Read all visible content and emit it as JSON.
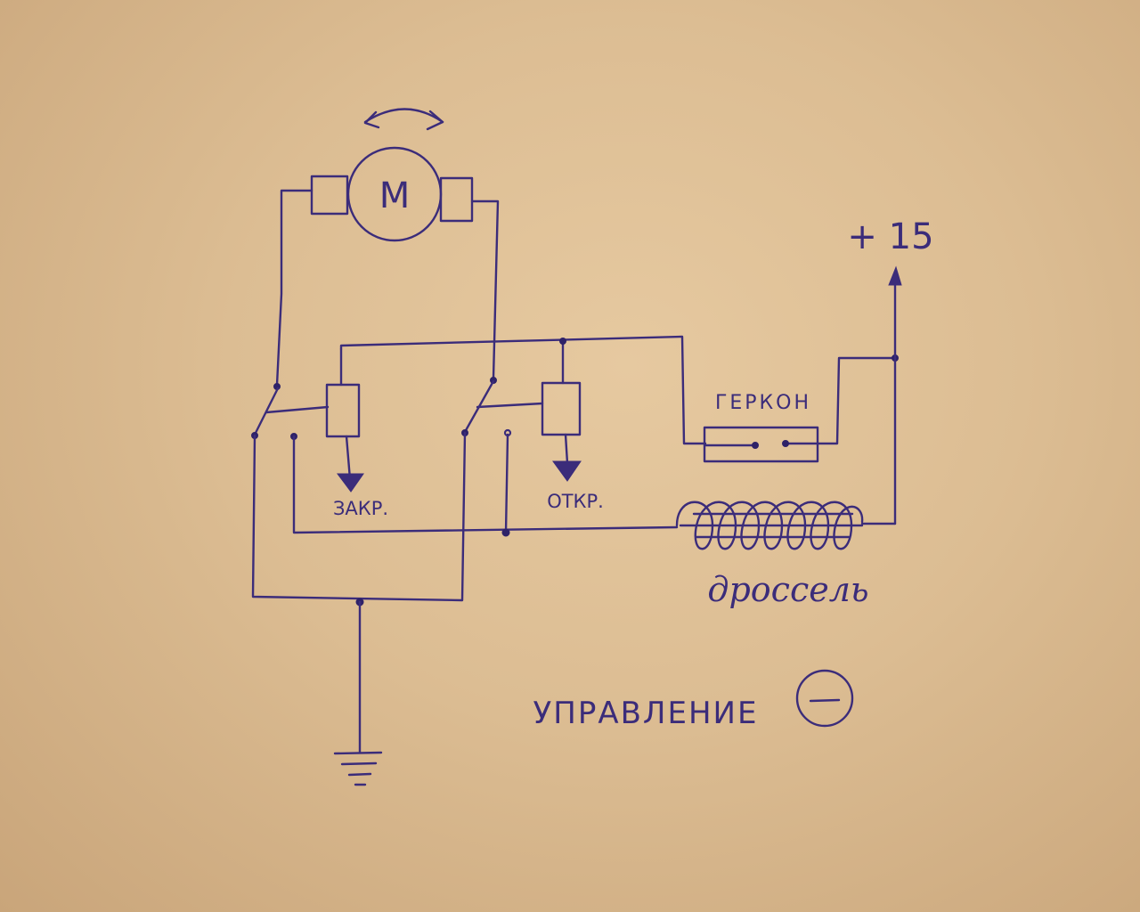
{
  "labels": {
    "motor": "M",
    "supply": "+ 15",
    "close_relay": "ЗАКР.",
    "open_relay": "ОТКР.",
    "reed_switch": "ГЕРКОН",
    "choke": "дроссель",
    "control": "УПРАВЛЕНИЕ"
  },
  "colors": {
    "ink": "#3b2c7a",
    "paper": "#dcbd93"
  }
}
